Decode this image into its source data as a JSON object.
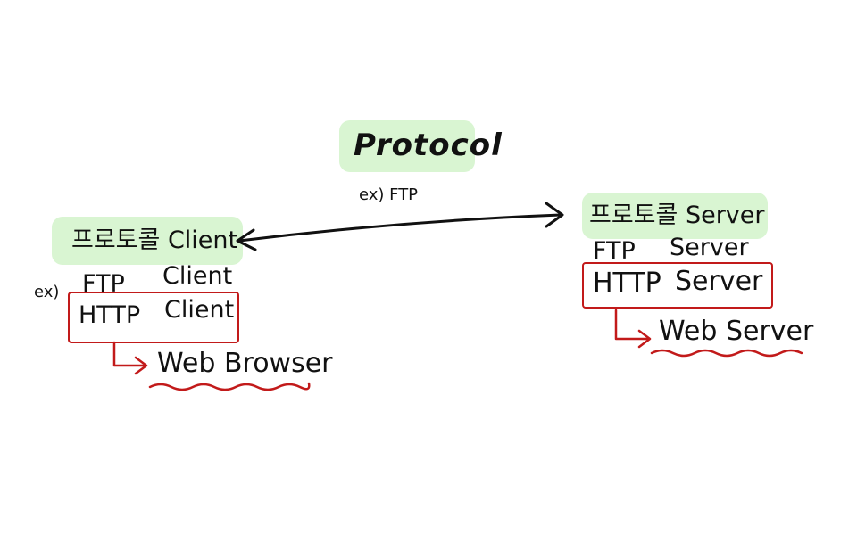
{
  "colors": {
    "ink": "#111111",
    "highlight": "#d9f5d2",
    "red": "#c21a1a"
  },
  "title": "Protocol",
  "example_label": "ex) FTP",
  "client": {
    "heading": "프로토콜 Client",
    "ex_prefix": "ex)",
    "ftp": "FTP",
    "ftp_role": "Client",
    "http": "HTTP",
    "http_role": "Client",
    "result": "Web Browser"
  },
  "server": {
    "heading": "프로토콜 Server",
    "ftp": "FTP",
    "ftp_role": "Server",
    "http": "HTTP",
    "http_role": "Server",
    "result": "Web Server"
  }
}
